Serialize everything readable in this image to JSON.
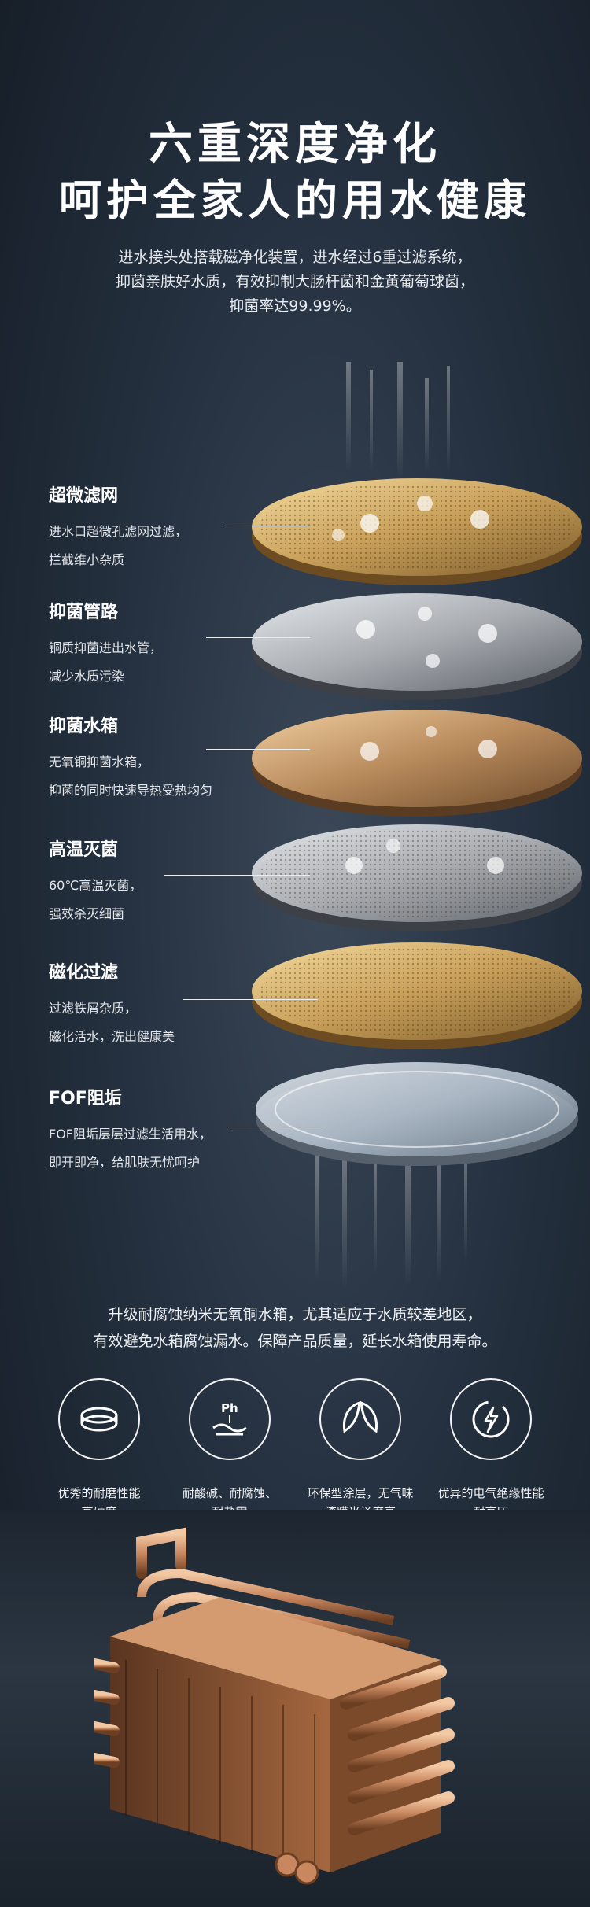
{
  "header": {
    "title_line1": "六重深度净化",
    "title_line2": "呵护全家人的用水健康",
    "intro_lines": [
      "进水接头处搭载磁净化装置，进水经过6重过滤系统，",
      "抑菌亲肤好水质，有效抑制大肠杆菌和金黄葡萄球菌，",
      "抑菌率达99.99%。"
    ]
  },
  "layers": [
    {
      "title": "超微滤网",
      "lines": [
        "进水口超微孔滤网过滤，",
        "拦截维小杂质"
      ]
    },
    {
      "title": "抑菌管路",
      "lines": [
        "铜质抑菌进出水管，",
        "减少水质污染"
      ]
    },
    {
      "title": "抑菌水箱",
      "lines": [
        "无氧铜抑菌水箱，",
        "抑菌的同时快速导热受热均匀"
      ]
    },
    {
      "title": "高温灭菌",
      "lines": [
        "60℃高温灭菌，",
        "强效杀灭细菌"
      ]
    },
    {
      "title": "磁化过滤",
      "lines": [
        "过滤铁屑杂质，",
        "磁化活水，洗出健康美"
      ]
    },
    {
      "title": "FOF阻垢",
      "lines": [
        "FOF阻垢层层过滤生活用水，",
        "即开即净，给肌肤无忧呵护"
      ]
    }
  ],
  "middle": {
    "lines": [
      "升级耐腐蚀纳米无氧铜水箱，尤其适应于水质较差地区，",
      "有效避免水箱腐蚀漏水。保障产品质量，延长水箱使用寿命。"
    ]
  },
  "features": [
    {
      "icon": "wear-resistant-icon",
      "lines": [
        "优秀的耐磨性能",
        "高硬度"
      ]
    },
    {
      "icon": "ph-acid-alkali-icon",
      "icon_text": "Ph",
      "lines": [
        "耐酸碱、耐腐蚀、",
        "耐盐雾"
      ]
    },
    {
      "icon": "eco-leaf-icon",
      "lines": [
        "环保型涂层，无气味",
        "漆膜光泽度高"
      ]
    },
    {
      "icon": "electric-insulation-icon",
      "lines": [
        "优异的电气绝缘性能",
        "耐高压"
      ]
    }
  ],
  "colors": {
    "gold": "#c9a05a",
    "silver": "#a9adb2",
    "copper": "#c8875f",
    "bg": "#253140"
  }
}
